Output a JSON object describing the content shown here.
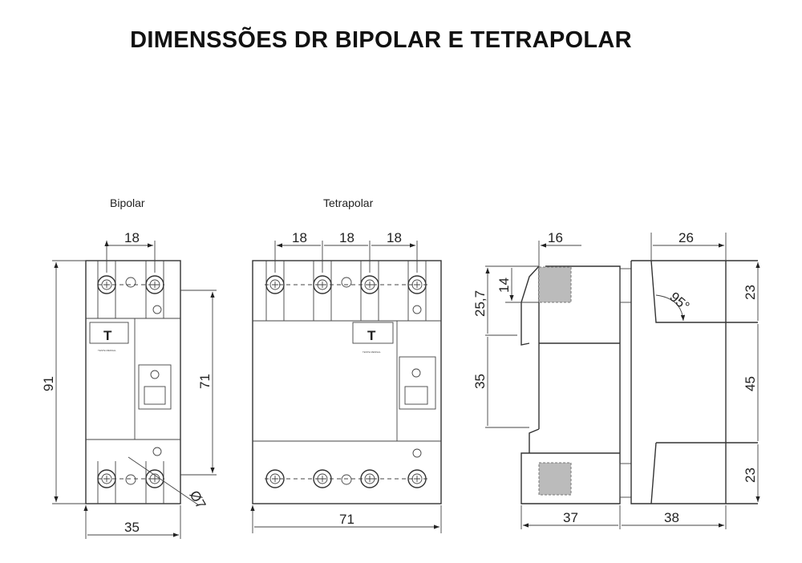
{
  "title": "DIMENSSÕES DR BIPOLAR E TETRAPOLAR",
  "bipolar": {
    "label": "Bipolar",
    "test_label": "TESTE MENSAL",
    "dims": {
      "pitch": "18",
      "height": "91",
      "mount": "71",
      "width": "35",
      "hole": "Ø7"
    }
  },
  "tetrapolar": {
    "label": "Tetrapolar",
    "test_label": "TESTE MENSAL",
    "dims": {
      "pitch1": "18",
      "pitch2": "18",
      "pitch3": "18",
      "width": "71"
    }
  },
  "side": {
    "dims": {
      "top_left": "16",
      "top_right": "26",
      "h_25_7": "25,7",
      "h_14": "14",
      "h_35": "35",
      "h_23_top": "23",
      "h_45": "45",
      "h_23_bottom": "23",
      "depth_left": "37",
      "depth_right": "38",
      "angle": "95°"
    }
  }
}
